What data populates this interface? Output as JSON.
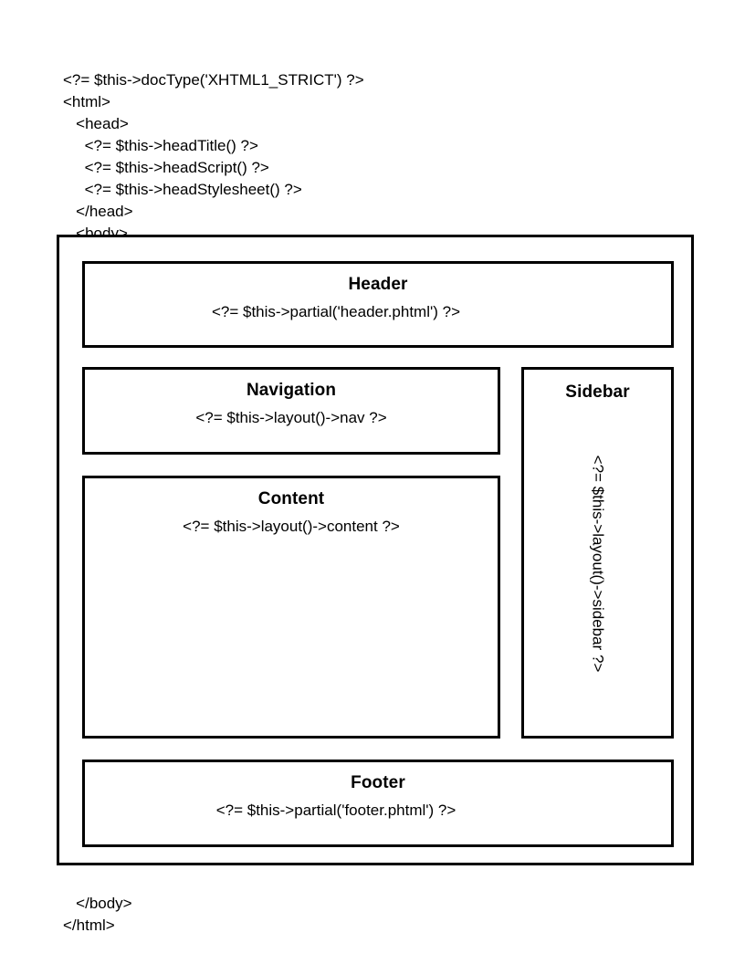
{
  "code_top": "<?= $this->docType('XHTML1_STRICT') ?>\n<html>\n   <head>\n     <?= $this->headTitle() ?>\n     <?= $this->headScript() ?>\n     <?= $this->headStylesheet() ?>\n   </head>\n   <body>",
  "code_bottom": "   </body>\n</html>",
  "regions": {
    "header": {
      "title": "Header",
      "code": "<?= $this->partial('header.phtml') ?>"
    },
    "navigation": {
      "title": "Navigation",
      "code": "<?= $this->layout()->nav ?>"
    },
    "content": {
      "title": "Content",
      "code": "<?= $this->layout()->content ?>"
    },
    "sidebar": {
      "title": "Sidebar",
      "code": "<?= $this->layout()->sidebar ?>"
    },
    "footer": {
      "title": "Footer",
      "code": "<?= $this->partial('footer.phtml') ?>"
    }
  },
  "colors": {
    "background": "#ffffff",
    "stroke": "#000000",
    "text": "#000000"
  }
}
